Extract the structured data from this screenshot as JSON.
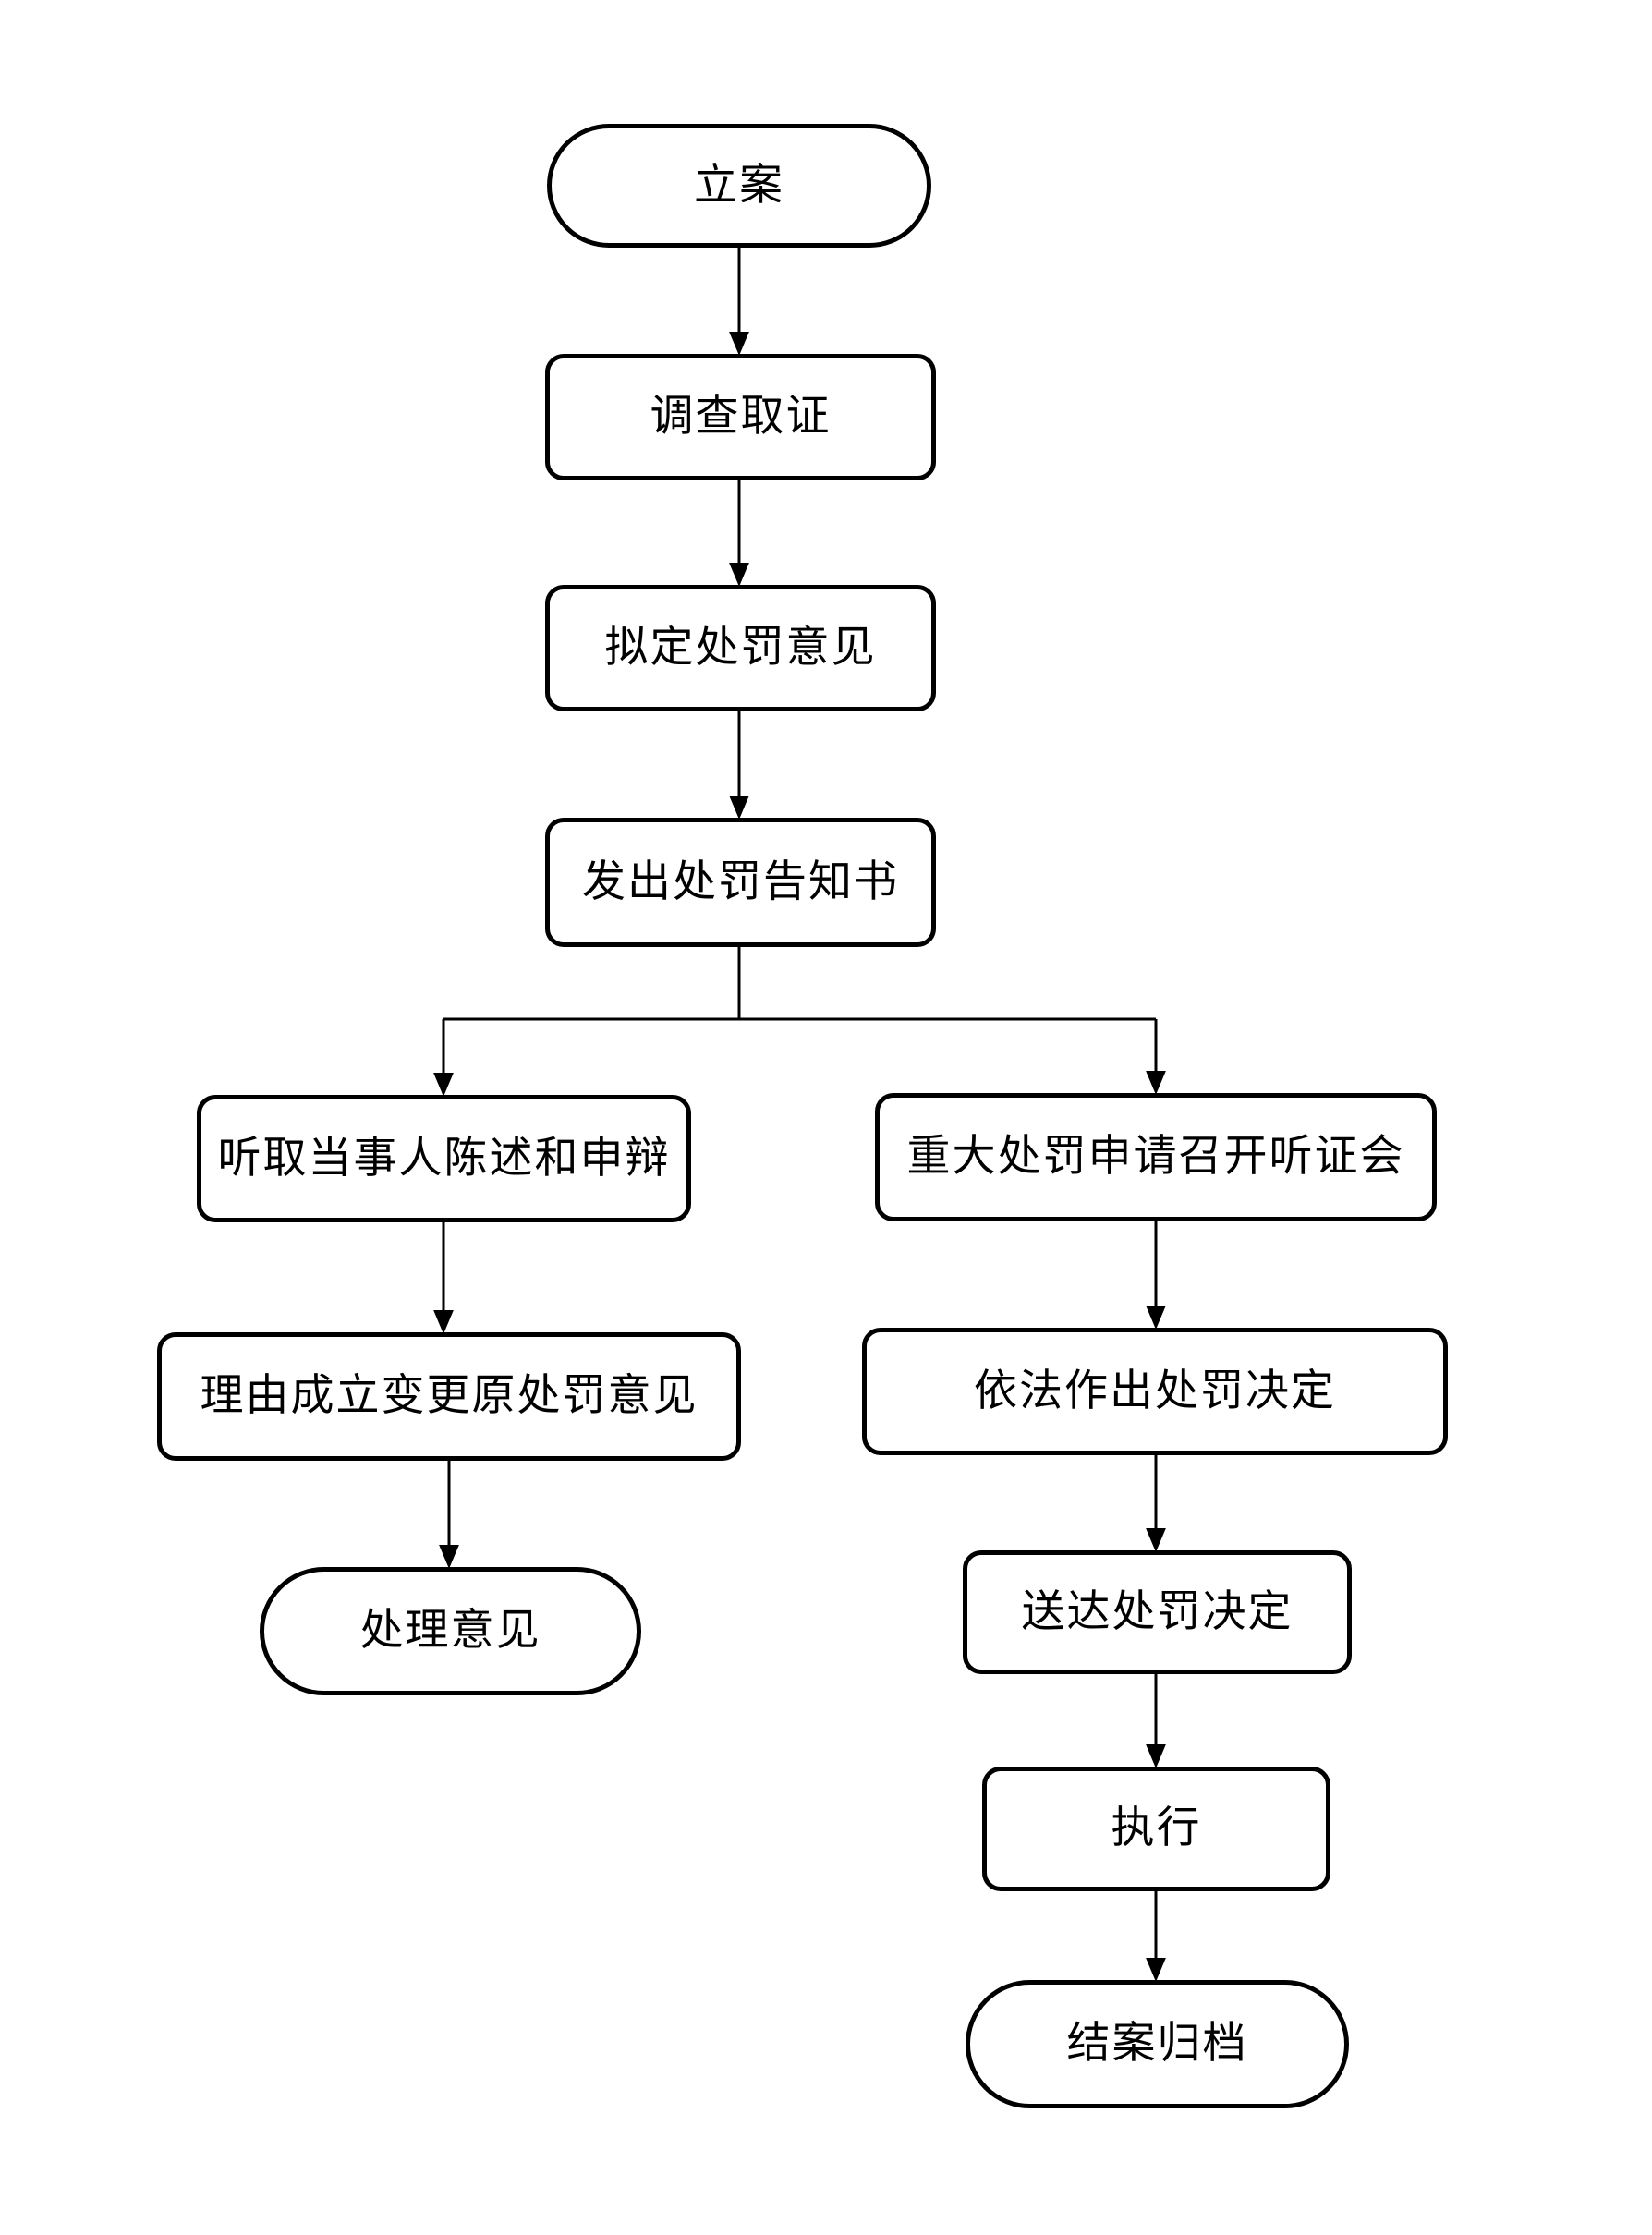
{
  "diagram": {
    "type": "flowchart",
    "background_color": "#ffffff",
    "stroke_color": "#000000",
    "nodes": [
      {
        "id": "case-filing",
        "label": "立案",
        "shape": "stadium"
      },
      {
        "id": "investigation",
        "label": "调查取证",
        "shape": "rect"
      },
      {
        "id": "draft-opinion",
        "label": "拟定处罚意见",
        "shape": "rect"
      },
      {
        "id": "issue-notice",
        "label": "发出处罚告知书",
        "shape": "rect"
      },
      {
        "id": "hear-defense",
        "label": "听取当事人陈述和申辩",
        "shape": "rect"
      },
      {
        "id": "change-opinion",
        "label": "理由成立变更原处罚意见",
        "shape": "rect"
      },
      {
        "id": "handling-opinion",
        "label": "处理意见",
        "shape": "stadium"
      },
      {
        "id": "major-hearing",
        "label": "重大处罚申请召开听证会",
        "shape": "rect"
      },
      {
        "id": "make-decision",
        "label": "依法作出处罚决定",
        "shape": "rect"
      },
      {
        "id": "deliver-decision",
        "label": "送达处罚决定",
        "shape": "rect"
      },
      {
        "id": "execute",
        "label": "执行",
        "shape": "rect"
      },
      {
        "id": "close-archive",
        "label": "结案归档",
        "shape": "stadium"
      }
    ],
    "edges": [
      {
        "from": "case-filing",
        "to": "investigation"
      },
      {
        "from": "investigation",
        "to": "draft-opinion"
      },
      {
        "from": "draft-opinion",
        "to": "issue-notice"
      },
      {
        "from": "issue-notice",
        "to": "hear-defense"
      },
      {
        "from": "issue-notice",
        "to": "major-hearing"
      },
      {
        "from": "hear-defense",
        "to": "change-opinion"
      },
      {
        "from": "change-opinion",
        "to": "handling-opinion"
      },
      {
        "from": "major-hearing",
        "to": "make-decision"
      },
      {
        "from": "make-decision",
        "to": "deliver-decision"
      },
      {
        "from": "deliver-decision",
        "to": "execute"
      },
      {
        "from": "execute",
        "to": "close-archive"
      }
    ]
  }
}
